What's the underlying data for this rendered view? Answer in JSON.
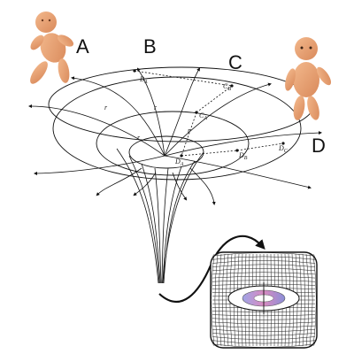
{
  "labels": {
    "a": "A",
    "b": "B",
    "c": "C",
    "d": "D"
  },
  "points": {
    "ba": "B",
    "ba_sub": "A",
    "cb": "C",
    "cb_sub": "B",
    "ca": "C",
    "ca_sub": "A",
    "da": "D",
    "da_sub": "A",
    "db": "D",
    "db_sub": "B",
    "dc": "D",
    "dc_sub": "C"
  },
  "radius_label": "r",
  "colors": {
    "ink": "#111111",
    "baby_skin": "#e79c6a",
    "torus_blue": "#8a8fd8",
    "torus_pink": "#d98ac0"
  },
  "icons": [
    "baby-doll-icon",
    "arrow-icon"
  ]
}
